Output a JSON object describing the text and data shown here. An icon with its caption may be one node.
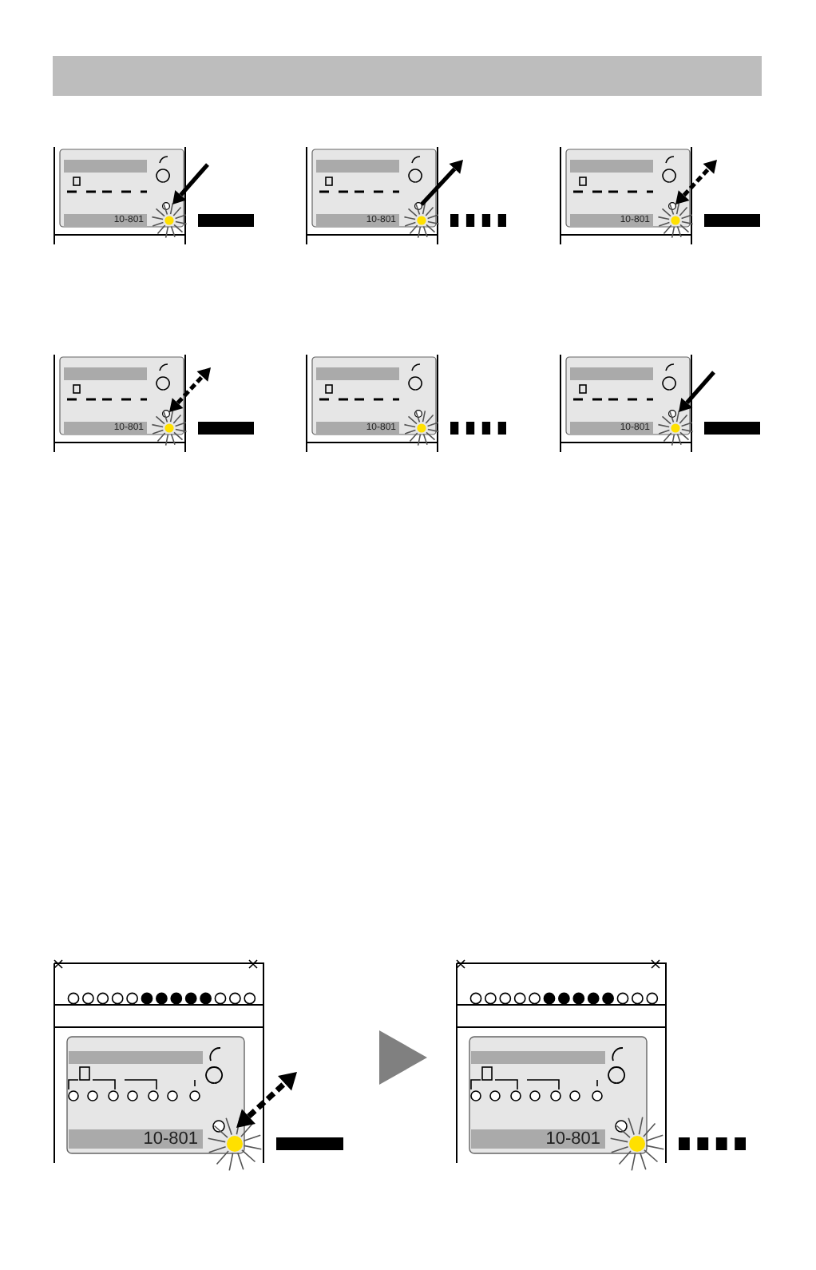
{
  "diagram": {
    "nodes": [
      {
        "text": [
          "10-801"
        ]
      },
      {
        "text": [
          "10-801"
        ]
      }
    ],
    "edges": [
      {
        "from": 0,
        "to": 1,
        "arrow": "to"
      }
    ],
    "labels": [
      "10-801",
      "10-801",
      "10-801",
      "10-801",
      "10-801",
      "10-801"
    ]
  }
}
